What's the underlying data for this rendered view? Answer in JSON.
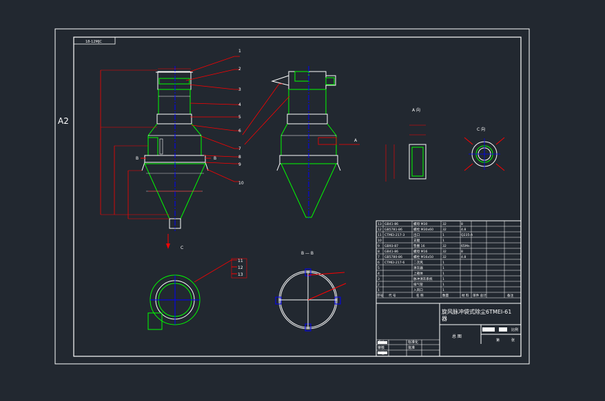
{
  "sheet": {
    "size_label": "A2",
    "drawing_number": "18-12MJC"
  },
  "part_numbers": [
    "1",
    "2",
    "3",
    "4",
    "5",
    "6",
    "7",
    "8",
    "9",
    "10"
  ],
  "lower_labels": [
    "11",
    "12",
    "13"
  ],
  "view_labels": {
    "section_left_b1": "B",
    "section_left_b2": "B",
    "arrow_c": "C",
    "arrow_a": "A",
    "view_a": "A 向",
    "view_c": "C 向",
    "section_bb": "B — B"
  },
  "bom": {
    "rows": [
      {
        "no": "13",
        "code": "GB41-86",
        "name": "螺母 M30",
        "qty": "32",
        "mat": "8"
      },
      {
        "no": "12",
        "code": "GB5781-86",
        "name": "螺栓 M30x60",
        "qty": "32",
        "mat": "4.8"
      },
      {
        "no": "11",
        "code": "CTMEI-217-3",
        "name": "出口",
        "qty": "1",
        "mat": "Q235-A"
      },
      {
        "no": "10",
        "code": "",
        "name": "支腿",
        "qty": "1",
        "mat": ""
      },
      {
        "no": "9",
        "code": "GB93-87",
        "name": "垫圈 16",
        "qty": "32",
        "mat": "65Mn"
      },
      {
        "no": "8",
        "code": "GB41-86",
        "name": "螺母 M16",
        "qty": "32",
        "mat": "8"
      },
      {
        "no": "7",
        "code": "GB5780-86",
        "name": "螺栓 M16x50",
        "qty": "32",
        "mat": "4.8"
      },
      {
        "no": "6",
        "code": "CTMEI-217-6",
        "name": "二次风",
        "qty": "1",
        "mat": ""
      },
      {
        "no": "5",
        "code": "",
        "name": "清灰器",
        "qty": "1",
        "mat": ""
      },
      {
        "no": "4",
        "code": "",
        "name": "上箱体",
        "qty": "1",
        "mat": ""
      },
      {
        "no": "3",
        "code": "",
        "name": "脉冲清灰系统",
        "qty": "1",
        "mat": ""
      },
      {
        "no": "2",
        "code": "",
        "name": "排气管",
        "qty": "1",
        "mat": ""
      },
      {
        "no": "1",
        "code": "",
        "name": "入风口",
        "qty": "1",
        "mat": ""
      }
    ],
    "header": {
      "no": "序号",
      "code": "代 号",
      "name": "名 称",
      "qty": "数量",
      "mat": "材 料",
      "weight": "单件 总计",
      "note": "备注"
    }
  },
  "title_block": {
    "title": "旋风脉冲袋式除尘6TMEI-61",
    "subtitle": "器",
    "drawing_type": "总 图",
    "designer_label": "设计",
    "checker_label": "审核",
    "process_label": "工艺",
    "standard_label": "标准化",
    "approve_label": "批准",
    "scale_label": "比例",
    "sheet_label": "张",
    "of_label": "第"
  },
  "colors": {
    "background": "#222830",
    "frame": "#ffffff",
    "geometry": "#ffffff",
    "hidden": "#00ff00",
    "centerline": "#0000ff",
    "dimension": "#ff0000",
    "leader": "#ff0000"
  }
}
